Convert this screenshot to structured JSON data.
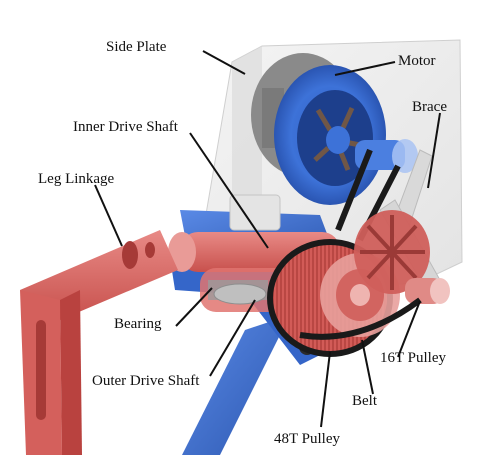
{
  "labels": {
    "side_plate": "Side Plate",
    "motor": "Motor",
    "brace": "Brace",
    "inner_drive_shaft": "Inner Drive Shaft",
    "leg_linkage": "Leg Linkage",
    "bearing": "Bearing",
    "outer_drive_shaft": "Outer Drive Shaft",
    "pulley_16t": "16T Pulley",
    "belt": "Belt",
    "pulley_48t": "48T Pulley"
  },
  "colors": {
    "red_part": "#d9605c",
    "blue_part": "#3b6fd4",
    "plate": "#ececec",
    "belt": "#1a1a1a"
  }
}
